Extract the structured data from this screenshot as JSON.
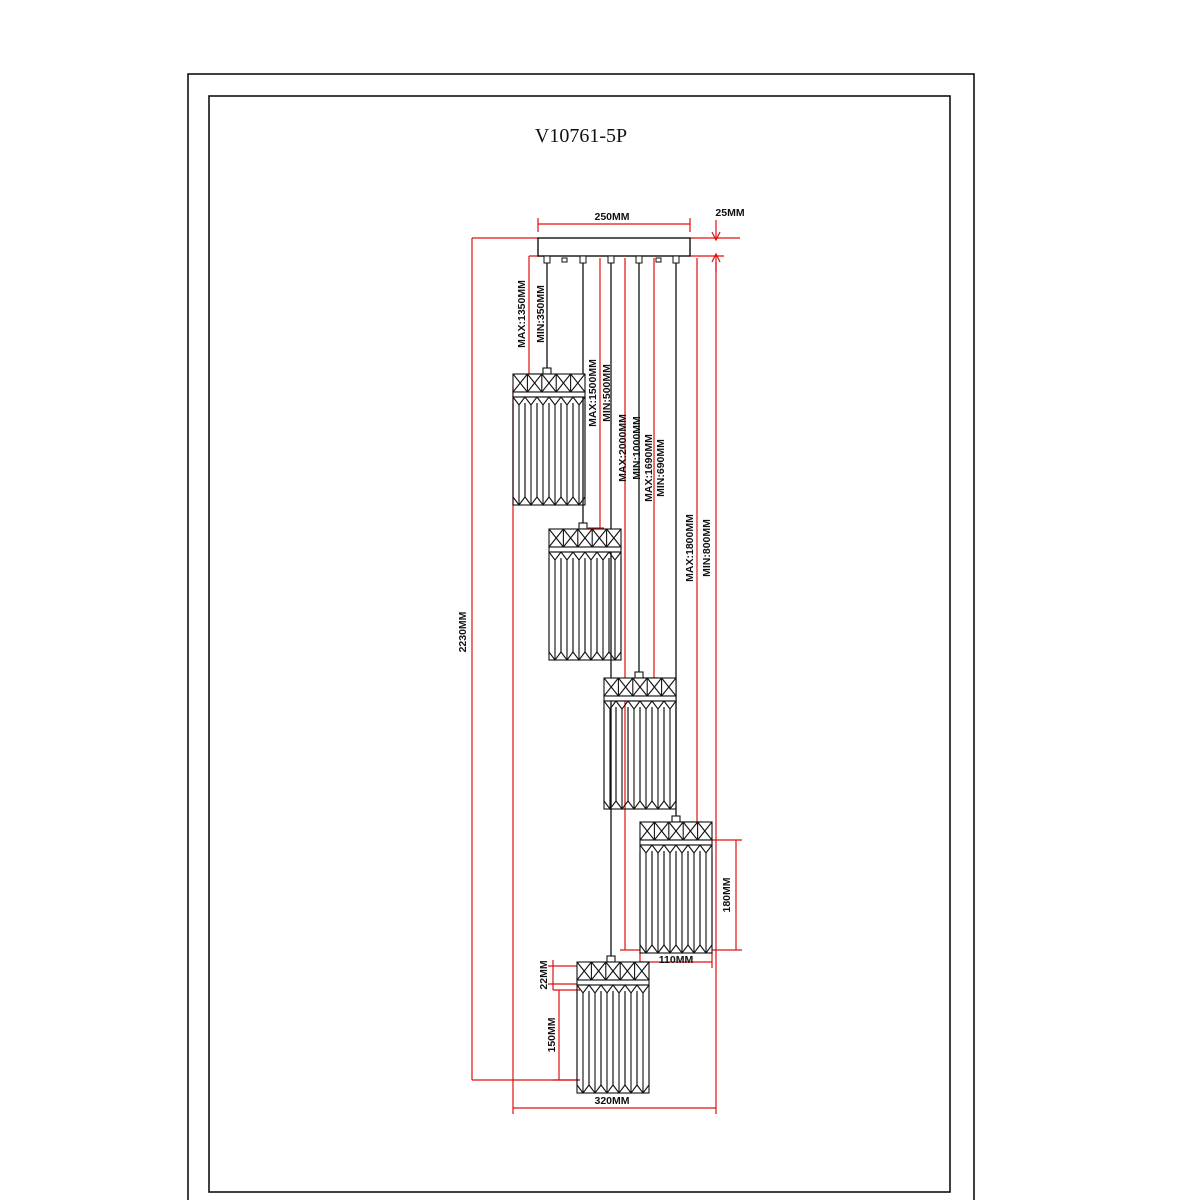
{
  "title": "V10761-5P",
  "colors": {
    "line": "#111111",
    "dimension": "#e01010",
    "paper": "#ffffff"
  },
  "labels": {
    "canopy_width": "250MM",
    "canopy_height": "25MM",
    "overall_height": "2230MM",
    "overall_width": "320MM",
    "shade_width": "110MM",
    "shade_height": "180MM",
    "crown_height": "22MM",
    "body_height": "150MM",
    "pendant_1_max": "MAX:1350MM",
    "pendant_1_min": "MIN:350MM",
    "pendant_2_max": "MAX:1500MM",
    "pendant_2_min": "MIN:500MM",
    "pendant_3_max": "MAX:2000MM",
    "pendant_3_min": "MIN:1000MM",
    "pendant_4_max": "MAX:1690MM",
    "pendant_4_min": "MIN:690MM",
    "pendant_5_max": "MAX:1800MM",
    "pendant_5_min": "MIN:800MM"
  }
}
